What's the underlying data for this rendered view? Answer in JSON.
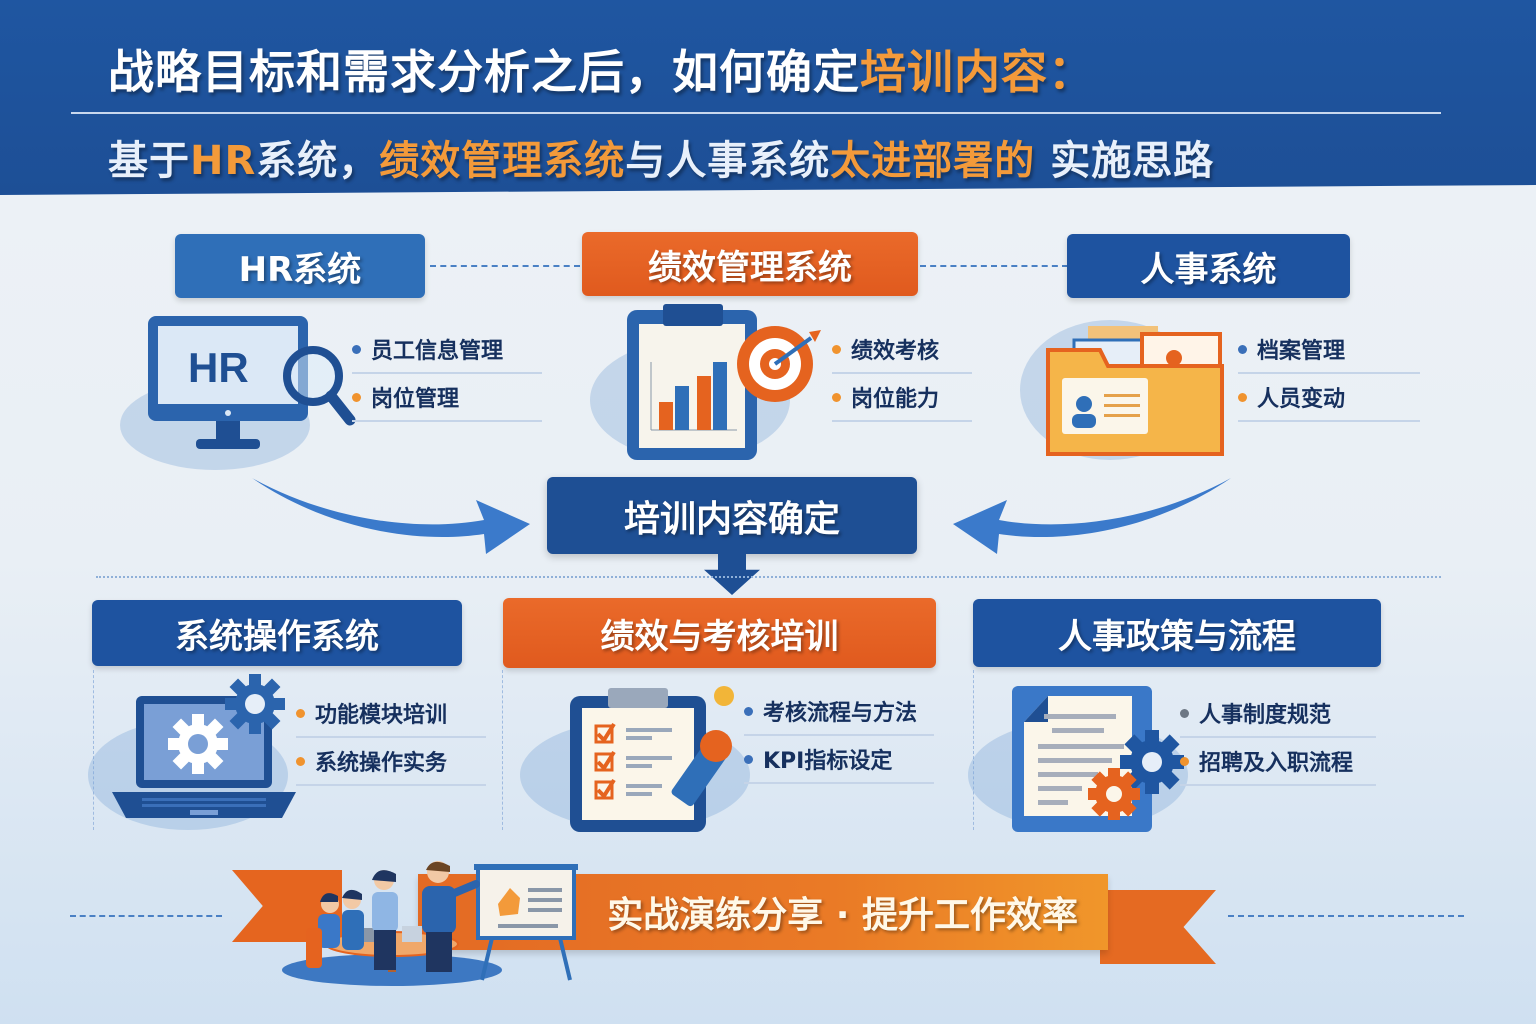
{
  "header": {
    "title_prefix": "战略目标和需求分析之后，如何确定",
    "title_highlight": "培训内容：",
    "subtitle_parts": [
      {
        "text": "基于",
        "highlight": false
      },
      {
        "text": "HR",
        "highlight": true
      },
      {
        "text": "系统，",
        "highlight": false
      },
      {
        "text": "绩效管理系统",
        "highlight": true
      },
      {
        "text": "与人事系统",
        "highlight": false
      },
      {
        "text": "太进部署的",
        "highlight": true
      },
      {
        "text": " 实施思路",
        "highlight": false
      }
    ]
  },
  "sources": [
    {
      "label": "HR系统",
      "color": "#2f6fb8",
      "icon": "hr-monitor-icon",
      "icon_text": "HR",
      "bullets": [
        {
          "text": "员工信息管理",
          "dot": "blue"
        },
        {
          "text": "岗位管理",
          "dot": "orange"
        }
      ]
    },
    {
      "label": "绩效管理系统",
      "color": "#e5631f",
      "icon": "clipboard-chart-target-icon",
      "bullets": [
        {
          "text": "绩效考核",
          "dot": "orange"
        },
        {
          "text": "岗位能力",
          "dot": "orange"
        }
      ]
    },
    {
      "label": "人事系统",
      "color": "#1e53a0",
      "icon": "personnel-folder-icon",
      "bullets": [
        {
          "text": "档案管理",
          "dot": "blue"
        },
        {
          "text": "人员变动",
          "dot": "orange"
        }
      ]
    }
  ],
  "center": {
    "label": "培训内容确定"
  },
  "outputs": [
    {
      "label": "系统操作系统",
      "color": "#1e53a0",
      "icon": "laptop-gears-icon",
      "bullets": [
        {
          "text": "功能模块培训",
          "dot": "orange"
        },
        {
          "text": "系统操作实务",
          "dot": "orange"
        }
      ]
    },
    {
      "label": "绩效与考核培训",
      "color": "#e5631f",
      "icon": "checklist-pen-icon",
      "bullets": [
        {
          "text": "考核流程与方法",
          "dot": "blue"
        },
        {
          "text": "KPI指标设定",
          "dot": "blue"
        }
      ]
    },
    {
      "label": "人事政策与流程",
      "color": "#1e53a0",
      "icon": "document-gears-icon",
      "bullets": [
        {
          "text": "人事制度规范",
          "dot": "gray"
        },
        {
          "text": "招聘及入职流程",
          "dot": "orange"
        }
      ]
    }
  ],
  "footer": {
    "banner_text": "实战演练分享 · 提升工作效率",
    "icon": "team-presentation-icon"
  }
}
